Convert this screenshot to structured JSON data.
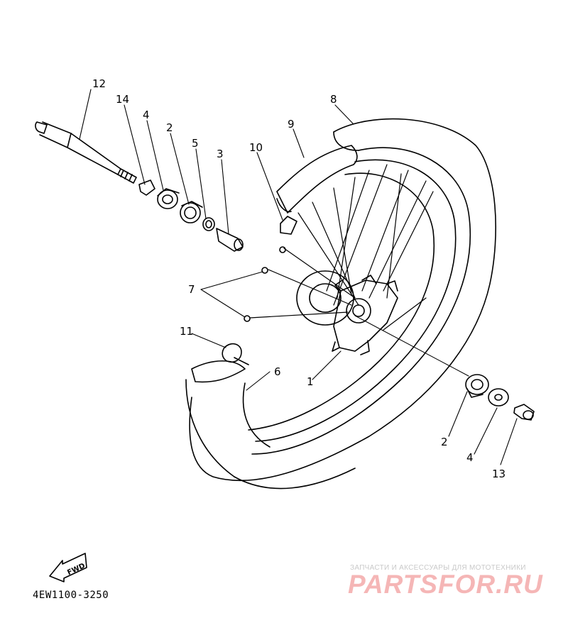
{
  "diagram_code": "4EW1100-3250",
  "fwd_label": "FWD",
  "watermark": {
    "tagline": "ЗАПЧАСТИ И АКСЕССУАРЫ ДЛЯ МОТОТЕХНИКИ",
    "brand": "PARTSFOR.RU"
  },
  "callouts": {
    "c12": "12",
    "c14": "14",
    "c4a": "4",
    "c2a": "2",
    "c5": "5",
    "c3": "3",
    "c10": "10",
    "c9": "9",
    "c8": "8",
    "c7": "7",
    "c11": "11",
    "c6": "6",
    "c1": "1",
    "c2b": "2",
    "c4b": "4",
    "c13": "13"
  },
  "colors": {
    "line": "#000000",
    "watermark_text": "#c9c9c9",
    "watermark_brand": "#f5b6b6"
  }
}
